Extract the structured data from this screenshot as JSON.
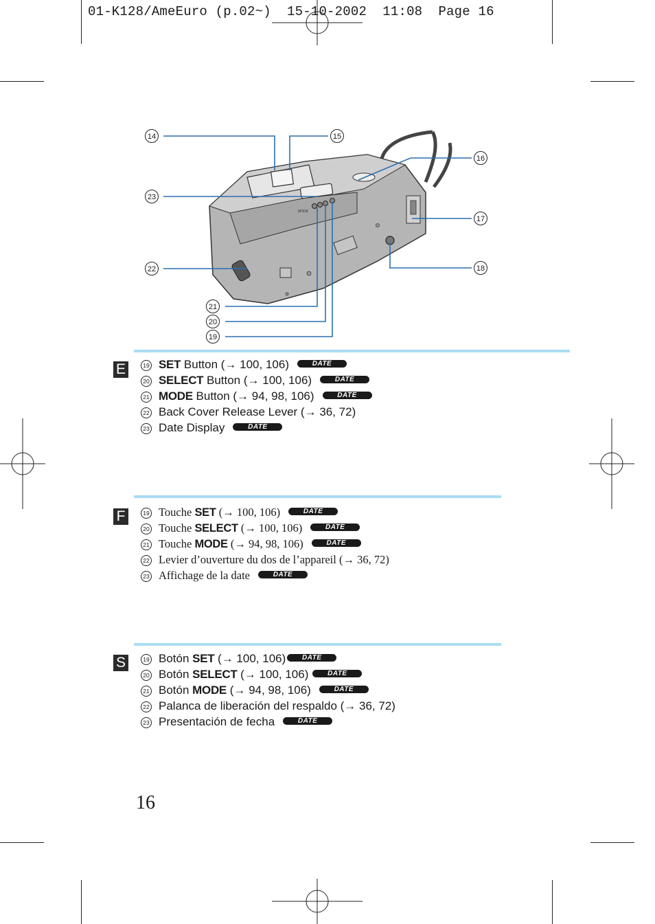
{
  "header": {
    "text": "01-K128/AmeEuro (p.02~)  15-10-2002  11:08  Page 16"
  },
  "figure": {
    "camera_label": "MODE",
    "callouts": [
      {
        "num": "14"
      },
      {
        "num": "15"
      },
      {
        "num": "16"
      },
      {
        "num": "17"
      },
      {
        "num": "18"
      },
      {
        "num": "23"
      },
      {
        "num": "22"
      },
      {
        "num": "21"
      },
      {
        "num": "20"
      },
      {
        "num": "19"
      }
    ]
  },
  "badge_text": "DATE",
  "sections": {
    "english": {
      "lang": "E",
      "items": [
        {
          "num": "19",
          "kw": "SET",
          "text": " Button (→ 100, 106)",
          "badge": true
        },
        {
          "num": "20",
          "kw": "SELECT",
          "text": " Button (→ 100, 106)",
          "badge": true
        },
        {
          "num": "21",
          "kw": "MODE",
          "text": " Button (→ 94, 98, 106)",
          "badge": true
        },
        {
          "num": "22",
          "kw": "",
          "text": "Back Cover Release Lever (→ 36, 72)",
          "badge": false
        },
        {
          "num": "23",
          "kw": "",
          "text": "Date Display",
          "badge": true
        }
      ]
    },
    "french": {
      "lang": "F",
      "items": [
        {
          "num": "19",
          "pre": "Touche ",
          "kw": "SET",
          "text": " (→ 100, 106)",
          "badge": true
        },
        {
          "num": "20",
          "pre": "Touche ",
          "kw": "SELECT",
          "text": " (→ 100, 106)",
          "badge": true
        },
        {
          "num": "21",
          "pre": "Touche ",
          "kw": "MODE",
          "text": " (→ 94, 98, 106)",
          "badge": true
        },
        {
          "num": "22",
          "pre": "",
          "kw": "",
          "text": "Levier d’ouverture du dos de l’appareil (→ 36, 72)",
          "badge": false
        },
        {
          "num": "23",
          "pre": "",
          "kw": "",
          "text": "Affichage de la date",
          "badge": true
        }
      ]
    },
    "spanish": {
      "lang": "S",
      "items": [
        {
          "num": "19",
          "pre": "Botón ",
          "kw": "SET",
          "text": " (→ 100, 106)",
          "badge": true
        },
        {
          "num": "20",
          "pre": "Botón ",
          "kw": "SELECT",
          "text": " (→ 100, 106)",
          "badge": true
        },
        {
          "num": "21",
          "pre": "Botón ",
          "kw": "MODE",
          "text": " (→ 94, 98, 106)",
          "badge": true
        },
        {
          "num": "22",
          "pre": "",
          "kw": "",
          "text": "Palanca de liberación del respaldo (→ 36, 72)",
          "badge": false
        },
        {
          "num": "23",
          "pre": "",
          "kw": "",
          "text": "Presentación de fecha",
          "badge": true
        }
      ]
    }
  },
  "page_number": "16"
}
